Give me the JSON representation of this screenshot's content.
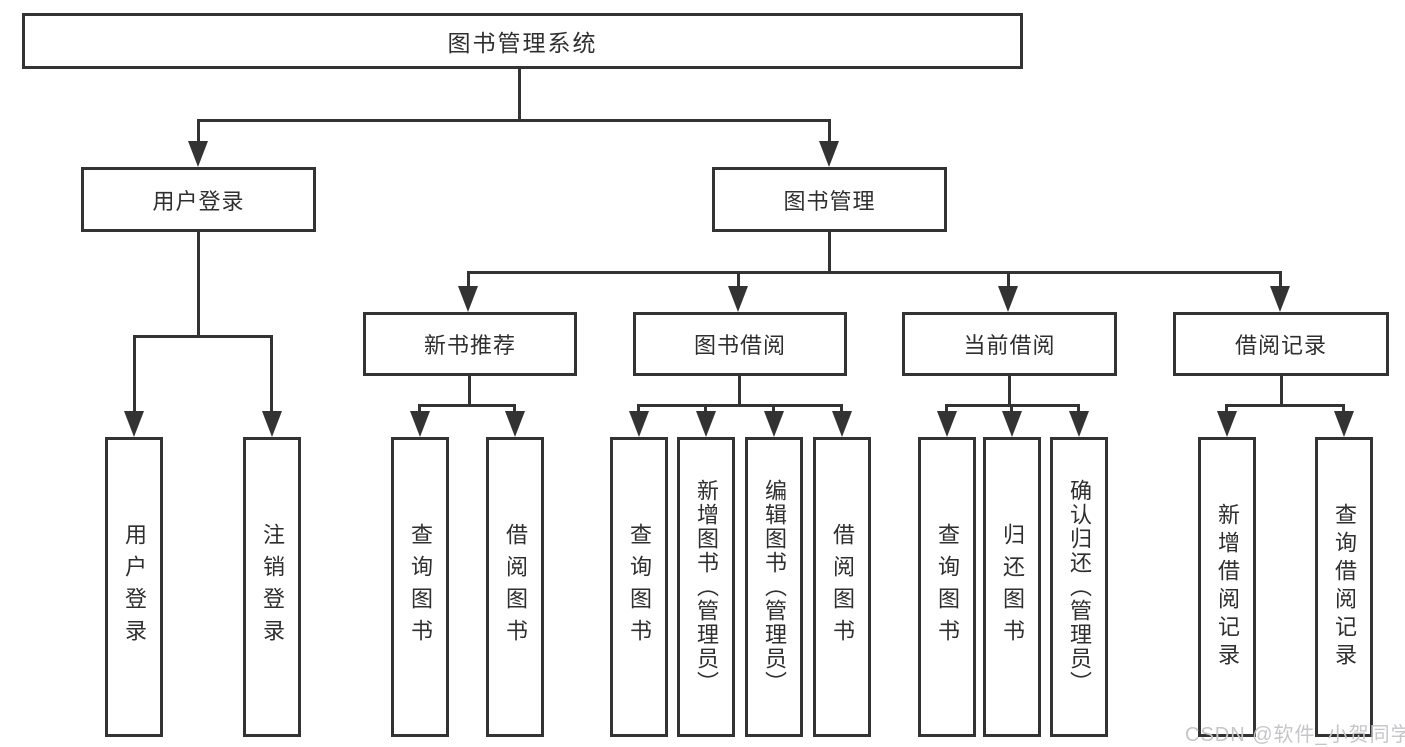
{
  "root": {
    "label": "图书管理系统"
  },
  "level2": {
    "user_login": {
      "label": "用户登录"
    },
    "book_mgmt": {
      "label": "图书管理"
    }
  },
  "level3": {
    "new_books": {
      "label": "新书推荐"
    },
    "borrowing": {
      "label": "图书借阅"
    },
    "current": {
      "label": "当前借阅"
    },
    "records": {
      "label": "借阅记录"
    }
  },
  "leaves": {
    "login": "用户登录",
    "logout": "注销登录",
    "nb_query": "查询图书",
    "nb_borrow": "借阅图书",
    "bb_query": "查询图书",
    "bb_add": "新增图书（管理员）",
    "bb_edit": "编辑图书（管理员）",
    "bb_borrow": "借阅图书",
    "cb_query": "查询图书",
    "cb_return": "归还图书",
    "cb_confirm": "确认归还（管理员）",
    "rec_add": "新增借阅记录",
    "rec_query": "查询借阅记录"
  },
  "watermark": "CSDN @软件_小贺同学",
  "colors": {
    "line": "#333333",
    "text": "#2f2f2f",
    "watermark": "#c4c6c9",
    "background": "#ffffff"
  }
}
